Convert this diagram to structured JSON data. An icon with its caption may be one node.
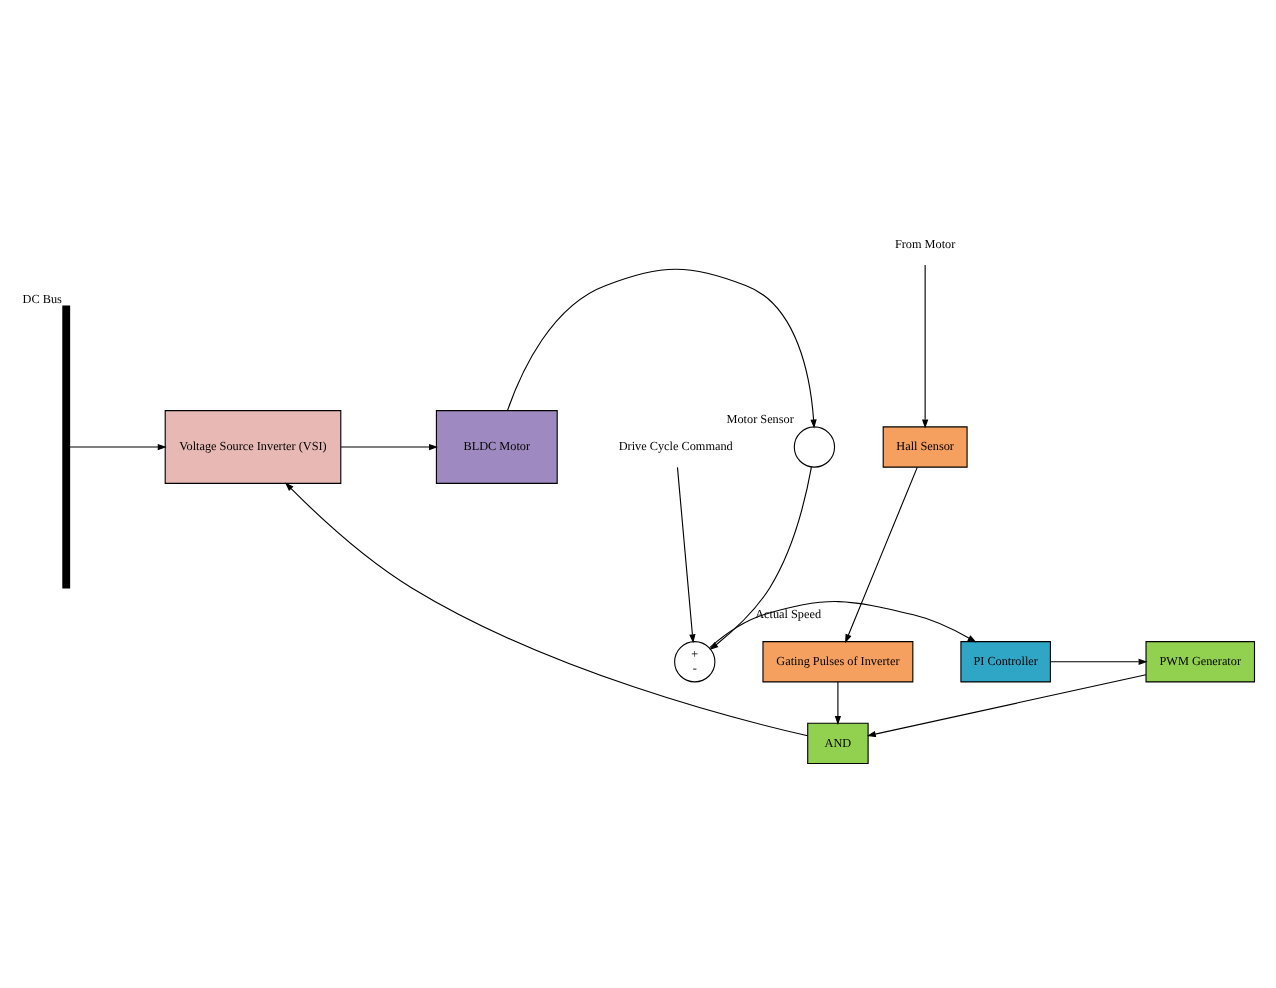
{
  "diagram": {
    "nodes": [
      {
        "text": [
          "DC Bus"
        ]
      },
      {
        "text": [
          "Voltage Source Inverter (VSI)"
        ]
      },
      {
        "text": [
          "BLDC Motor"
        ]
      },
      {
        "text": [
          "Motor Sensor"
        ]
      },
      {
        "text": [
          "AND"
        ]
      },
      {
        "text": [
          "Gating Pulses of Inverter"
        ]
      },
      {
        "text": [
          "Hall Sensor"
        ]
      },
      {
        "text": [
          "From Motor"
        ]
      },
      {
        "text": [
          "+",
          "-"
        ]
      },
      {
        "text": [
          "PI Controller"
        ]
      },
      {
        "text": [
          "PWM Generator"
        ]
      },
      {
        "text": [
          "Drive Cycle Command"
        ]
      }
    ],
    "edges": [
      {
        "from": 0,
        "to": 1,
        "arrow": "to"
      },
      {
        "from": 1,
        "to": 2,
        "arrow": "to"
      },
      {
        "from": 2,
        "to": 3,
        "arrow": "to"
      },
      {
        "from": 3,
        "to": 8,
        "arrow": "to",
        "label": "Actual Speed"
      },
      {
        "from": 11,
        "to": 8,
        "arrow": "to"
      },
      {
        "from": 8,
        "to": 9,
        "arrow": "to"
      },
      {
        "from": 9,
        "to": 10,
        "arrow": "to"
      },
      {
        "from": 10,
        "to": 4,
        "arrow": "to"
      },
      {
        "from": 5,
        "to": 4,
        "arrow": "to"
      },
      {
        "from": 6,
        "to": 5,
        "arrow": "to"
      },
      {
        "from": 7,
        "to": 6,
        "arrow": "to"
      },
      {
        "from": 4,
        "to": 1,
        "arrow": "to"
      }
    ]
  }
}
